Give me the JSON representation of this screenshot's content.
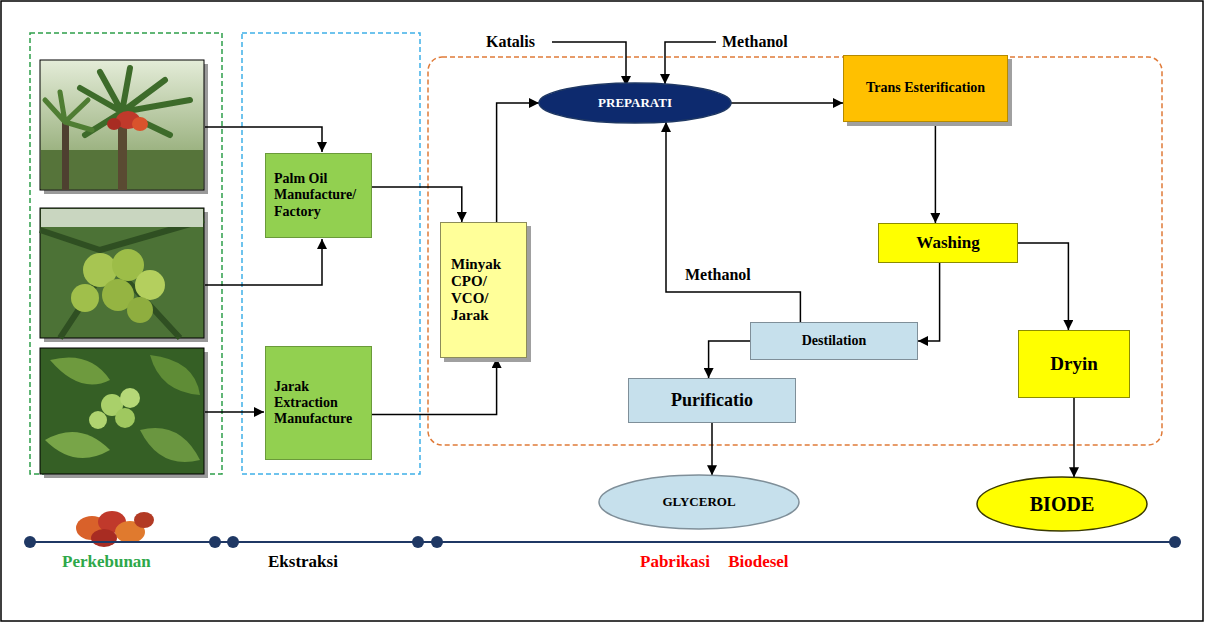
{
  "diagram": {
    "nodes": [
      {
        "text": [
          "Palm Oil Manufacture/Factory"
        ]
      },
      {
        "text": [
          "Jarak Extraction Manufacture"
        ]
      },
      {
        "text": [
          "Minyak CPO/ VCO/ Jarak"
        ]
      },
      {
        "text": [
          "PREPARATI"
        ]
      },
      {
        "text": [
          "Trans Esterification"
        ]
      },
      {
        "text": [
          "Washing"
        ]
      },
      {
        "text": [
          "Destilation"
        ]
      },
      {
        "text": [
          "Dryin"
        ]
      },
      {
        "text": [
          "Purificatio"
        ]
      },
      {
        "text": [
          "GLYCEROL"
        ]
      },
      {
        "text": [
          "BIODE"
        ]
      }
    ],
    "edges": [
      {
        "from": 0,
        "to": 2,
        "arrow": "to"
      },
      {
        "from": 1,
        "to": 2,
        "arrow": "to"
      },
      {
        "from": 2,
        "to": 3,
        "arrow": "to"
      },
      {
        "from": 3,
        "to": 4,
        "arrow": "to"
      },
      {
        "from": 4,
        "to": 5,
        "arrow": "to"
      },
      {
        "from": 5,
        "to": 6,
        "arrow": "to"
      },
      {
        "from": 5,
        "to": 7,
        "arrow": "to"
      },
      {
        "from": 6,
        "to": 3,
        "label": "Methanol",
        "arrow": "to"
      },
      {
        "from": 6,
        "to": 8,
        "arrow": "to"
      },
      {
        "from": 8,
        "to": 9,
        "arrow": "to"
      },
      {
        "from": 7,
        "to": 10,
        "arrow": "to"
      }
    ],
    "labels": [
      "Katalis",
      "Methanol",
      "Perkebunan",
      "Ekstraksi",
      "Pabrikasi Biodesel"
    ]
  }
}
